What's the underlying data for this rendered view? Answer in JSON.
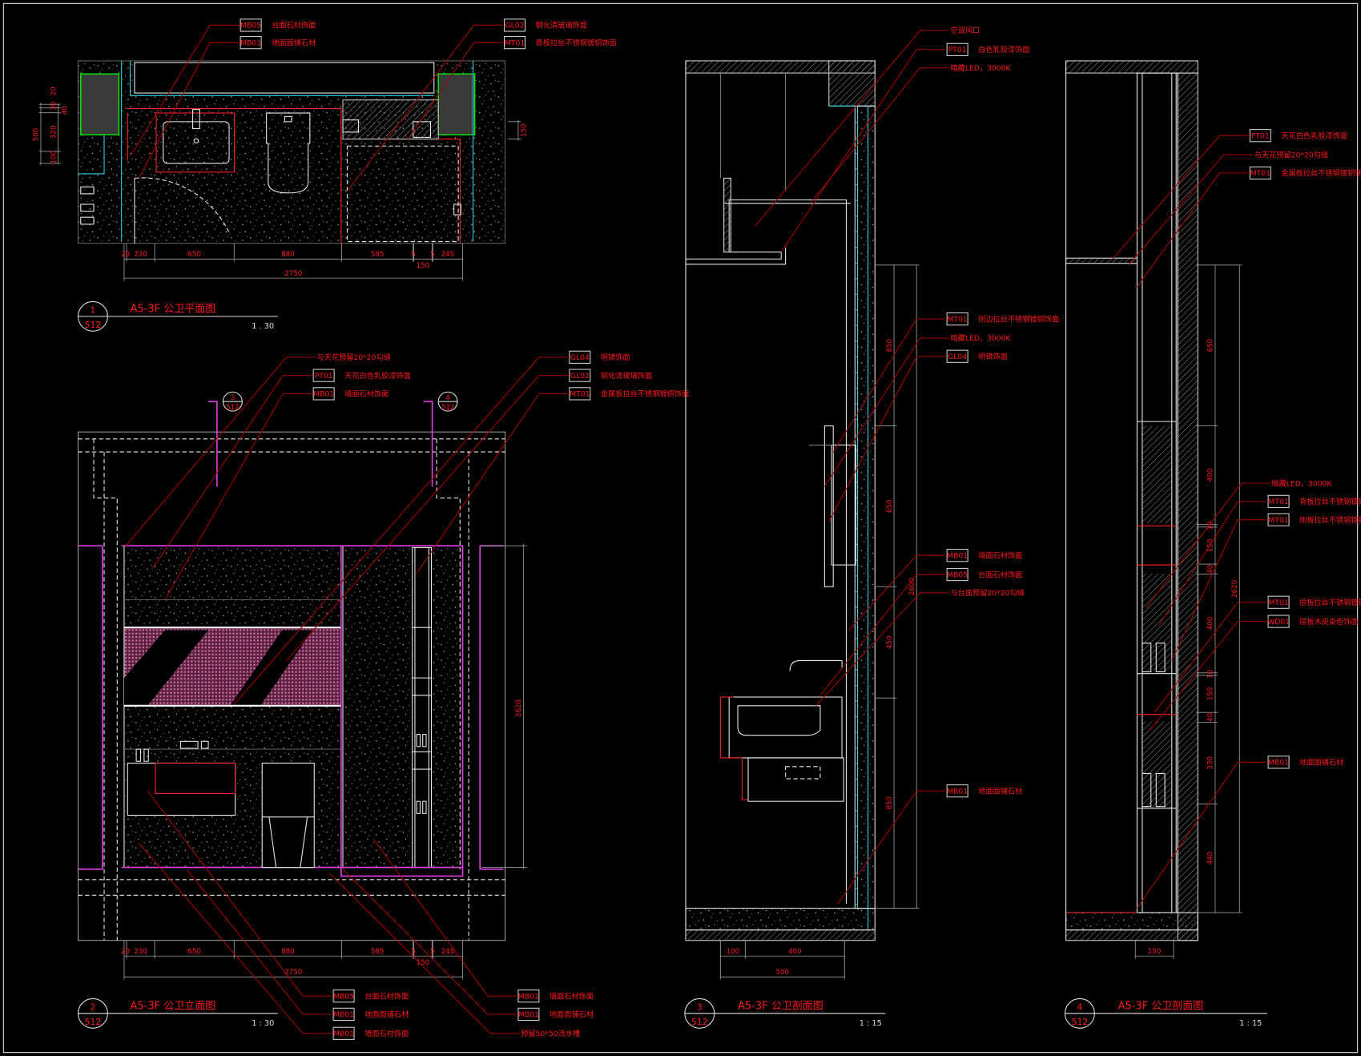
{
  "colors": {
    "background": "#000000",
    "annotation": "#ff1a1a",
    "leader": "#a00000",
    "wall": "#e8e8e8",
    "cyan": "#25d5e0",
    "magenta": "#e040e0",
    "green": "#00ff00"
  },
  "plan": {
    "number": "1",
    "sheet": "512",
    "title": "A5-3F  公卫平面图",
    "scale": "1 . 30",
    "h_dims": [
      20,
      230,
      650,
      880,
      585,
      5,
      150,
      5,
      245
    ],
    "h_total": 2750,
    "v_dims": [
      30,
      40,
      320,
      100
    ],
    "v_top": "20",
    "v_total": "500",
    "right_dim": "150",
    "callouts": [
      {
        "code": "MB05",
        "text": "台面石材饰面"
      },
      {
        "code": "MB01",
        "text": "地面面铺石材"
      },
      {
        "code": "GL02",
        "text": "钢化清玻璃饰面"
      },
      {
        "code": "MT01",
        "text": "悬板拉丝不锈钢镀铜饰面"
      }
    ]
  },
  "elevation": {
    "number": "2",
    "sheet": "512",
    "title": "A5-3F  公卫立面图",
    "scale": "1 : 30",
    "h_dims": [
      20,
      230,
      650,
      880,
      585,
      5,
      150,
      5,
      245
    ],
    "h_total": 2750,
    "v_total": "2620",
    "section_marks": [
      {
        "number": "3",
        "sheet": "512"
      },
      {
        "number": "4",
        "sheet": "512"
      }
    ],
    "callouts": [
      {
        "code": null,
        "text": "与天花预留20*20勾缝"
      },
      {
        "code": "PT01",
        "text": "天花白色乳胶漆饰面"
      },
      {
        "code": "MB01",
        "text": "墙面石材饰面"
      },
      {
        "code": "GL04",
        "text": "明镜饰面"
      },
      {
        "code": "GL02",
        "text": "钢化清玻璃饰面"
      },
      {
        "code": "MT01",
        "text": "金属板拉丝不锈钢镀铜饰面"
      },
      {
        "code": "MB05",
        "text": "台面石材饰面"
      },
      {
        "code": "MB01",
        "text": "地面面铺石材"
      },
      {
        "code": "MB01",
        "text": "墙面石材饰面"
      },
      {
        "code": "MB01",
        "text": "墙面石材饰面"
      },
      {
        "code": "MB01",
        "text": "地面面铺石材"
      },
      {
        "code": null,
        "text": "预留50*50流水槽"
      }
    ]
  },
  "section3": {
    "number": "3",
    "sheet": "512",
    "title": "A5-3F  公卫剖面图",
    "scale": "1 : 15",
    "v_dims": [
      650,
      650,
      450,
      850
    ],
    "v_total": 2600,
    "h_dims": [
      100,
      400
    ],
    "h_total": 500,
    "callouts": [
      {
        "code": null,
        "text": "空调风口"
      },
      {
        "code": "PT01",
        "text": "白色乳胶漆饰面"
      },
      {
        "code": null,
        "text": "暗藏LED，3000K"
      },
      {
        "code": "MT01",
        "text": "侧边拉丝不锈钢镀铜饰面"
      },
      {
        "code": null,
        "text": "暗藏LED，3000K"
      },
      {
        "code": "GL04",
        "text": "明镜饰面"
      },
      {
        "code": "MB01",
        "text": "墙面石材饰面"
      },
      {
        "code": "MB05",
        "text": "台面石材饰面"
      },
      {
        "code": null,
        "text": "与台面预留20*20勾缝"
      },
      {
        "code": "MB01",
        "text": "地面面铺石材"
      }
    ]
  },
  "section4": {
    "number": "4",
    "sheet": "512",
    "title": "A5-3F  公卫剖面图",
    "scale": "1 : 15",
    "v_dims": [
      650,
      400,
      10,
      150,
      40,
      400,
      10,
      150,
      40,
      330,
      440
    ],
    "v_total": 2620,
    "h_dims": [
      150
    ],
    "callouts": [
      {
        "code": "PT01",
        "text": "天花白色乳胶漆饰面"
      },
      {
        "code": null,
        "text": "与天花预留20*20勾缝"
      },
      {
        "code": "MT01",
        "text": "金属板拉丝不锈钢镀铜饰面"
      },
      {
        "code": null,
        "text": "暗藏LED，3000K"
      },
      {
        "code": "MT01",
        "text": "背板拉丝不锈钢镀铜饰面"
      },
      {
        "code": "MT01",
        "text": "侧板拉丝不锈钢镀铜饰面"
      },
      {
        "code": "MT01",
        "text": "层板拉丝不锈钢镀铜饰面"
      },
      {
        "code": "WD01",
        "text": "层板木皮染色饰面"
      },
      {
        "code": "MB01",
        "text": "地面面铺石材"
      }
    ]
  }
}
